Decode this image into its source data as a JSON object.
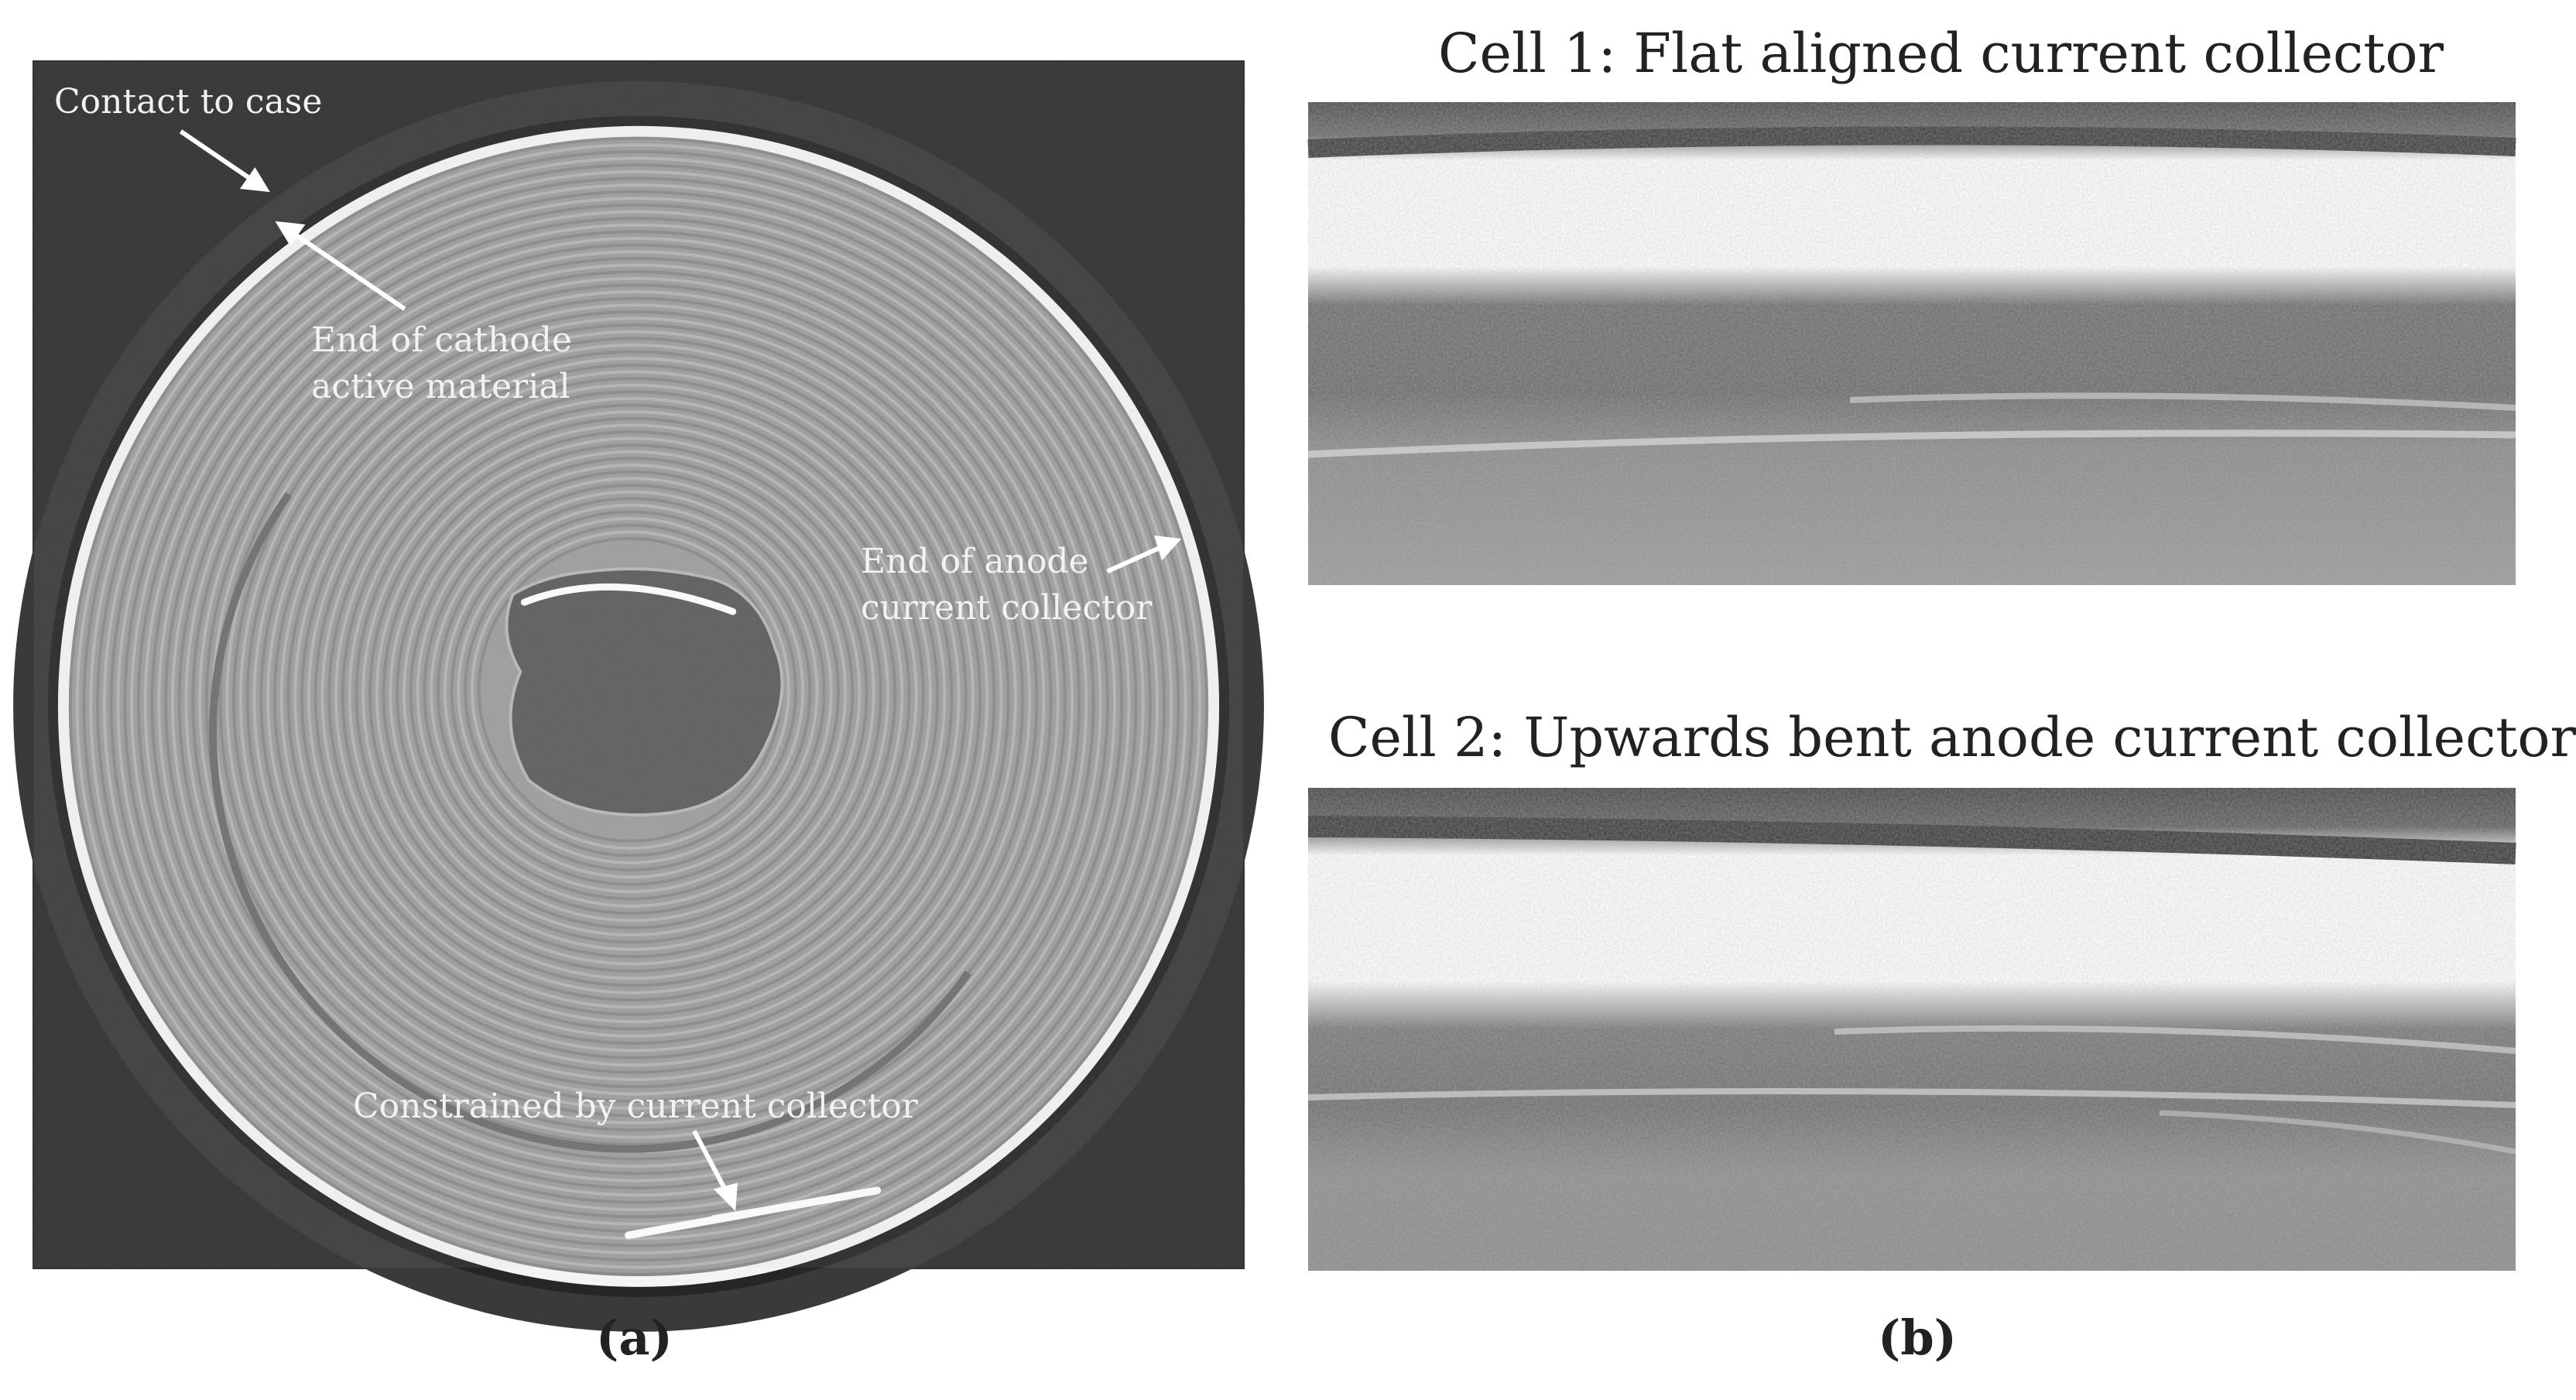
{
  "panel_a": {
    "annotations": {
      "contact": "Contact to case",
      "cathode_end": "End of cathode\nactive material",
      "anode_end": "End of anode\ncurrent collector",
      "constrained": "Constrained by current collector"
    },
    "caption": "(a)"
  },
  "panel_b": {
    "cell1_title": "Cell 1: Flat aligned current collector",
    "cell2_title": "Cell 2: Upwards bent anode current collector",
    "caption": "(b)"
  }
}
